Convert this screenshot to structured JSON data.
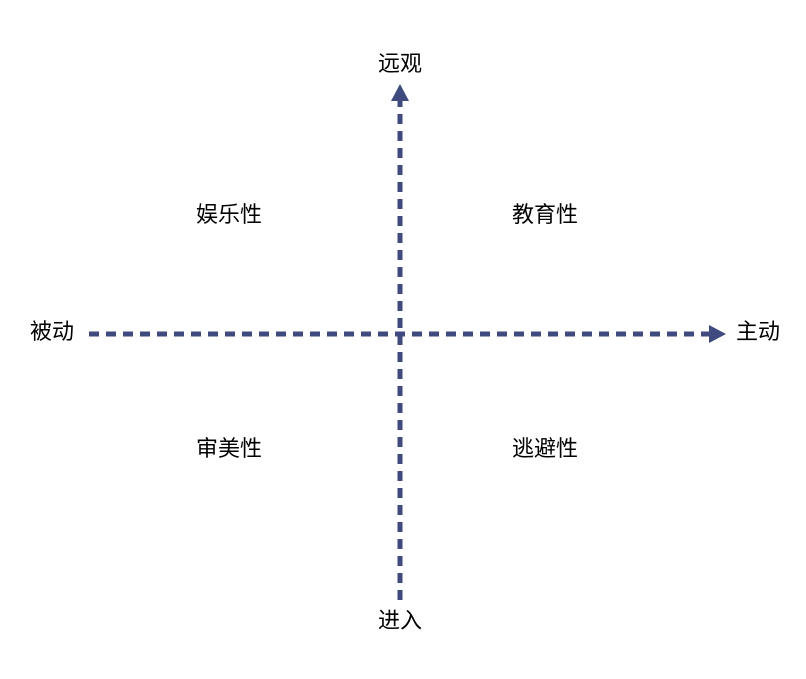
{
  "axes": {
    "top": "远观",
    "bottom": "进入",
    "left": "被动",
    "right": "主动"
  },
  "quadrants": {
    "top_left": "娱乐性",
    "top_right": "教育性",
    "bottom_left": "审美性",
    "bottom_right": "逃避性"
  },
  "colors": {
    "axis": "#3F4A7E",
    "text": "#000000"
  }
}
